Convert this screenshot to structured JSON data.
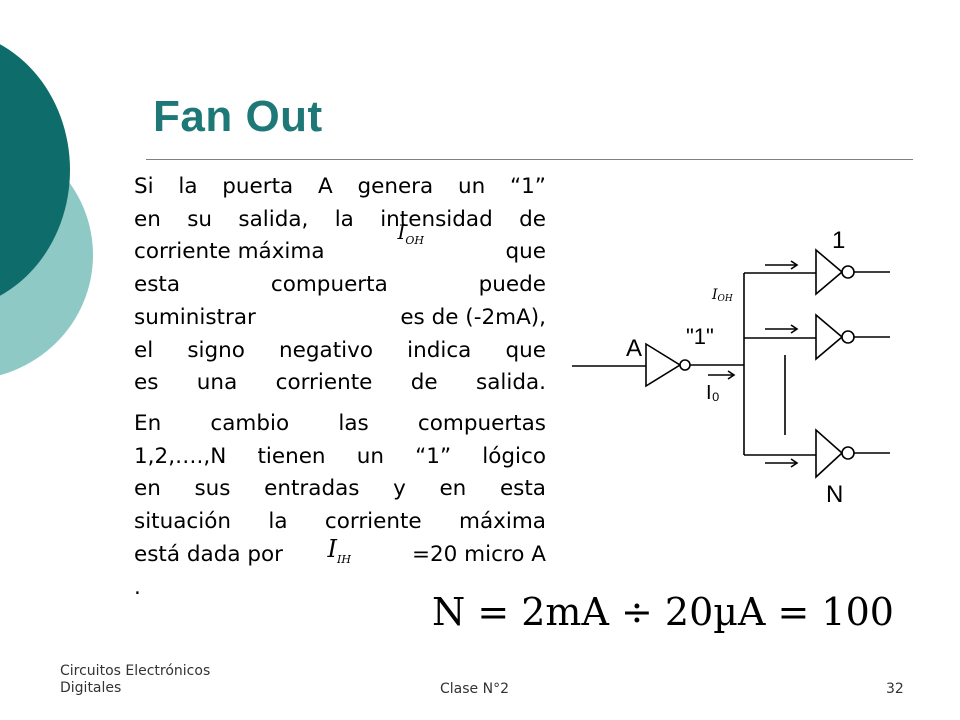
{
  "slide": {
    "title": "Fan Out",
    "paragraph1": {
      "line1": [
        "Si",
        "la",
        "puerta",
        "A",
        "genera",
        "un",
        "“1”"
      ],
      "line2": [
        "en",
        "su",
        "salida,",
        "la",
        "intensidad",
        "de"
      ],
      "line3_pre": "corriente máxima",
      "line3_post": "que",
      "line4": [
        "esta",
        "compuerta",
        "puede"
      ],
      "line5_pre": "suministrar",
      "line5_post": "es de (-2mA),",
      "line6": [
        "el",
        "signo",
        "negativo",
        "indica",
        "que"
      ],
      "line7": "es una corriente de salida."
    },
    "paragraph2": {
      "line1": [
        "En",
        "cambio",
        "las",
        "compuertas"
      ],
      "line2": [
        "1,2,….,N",
        "tienen",
        "un",
        "“1”",
        "lógico"
      ],
      "line3": [
        "en",
        "sus",
        "entradas",
        "y",
        "en",
        "esta"
      ],
      "line4": [
        "situación",
        "la",
        "corriente",
        "máxima"
      ],
      "line5_pre": "está dada por",
      "line5_post": "=20 micro A",
      "line6": "."
    },
    "symbols": {
      "ioh_base": "I",
      "ioh_sub": "OH",
      "iih_base": "I",
      "iih_sub": "IH"
    },
    "equation": {
      "text": "N = 2mA ÷ 20µA = 100"
    },
    "circuit": {
      "input_label": "A",
      "output_value": "\"1\"",
      "gate_top_label": "1",
      "gate_bottom_label": "N",
      "current_label_ioh_base": "I",
      "current_label_ioh_sub": "OH",
      "current_label_io": "I₀"
    },
    "footer": {
      "course_line1": "Circuitos Electrónicos",
      "course_line2": "Digitales",
      "class": "Clase N°2",
      "page": "32"
    },
    "colors": {
      "title": "#1f7878",
      "circle_dark": "#0e6c6b",
      "circle_light": "#8ec9c6"
    }
  }
}
